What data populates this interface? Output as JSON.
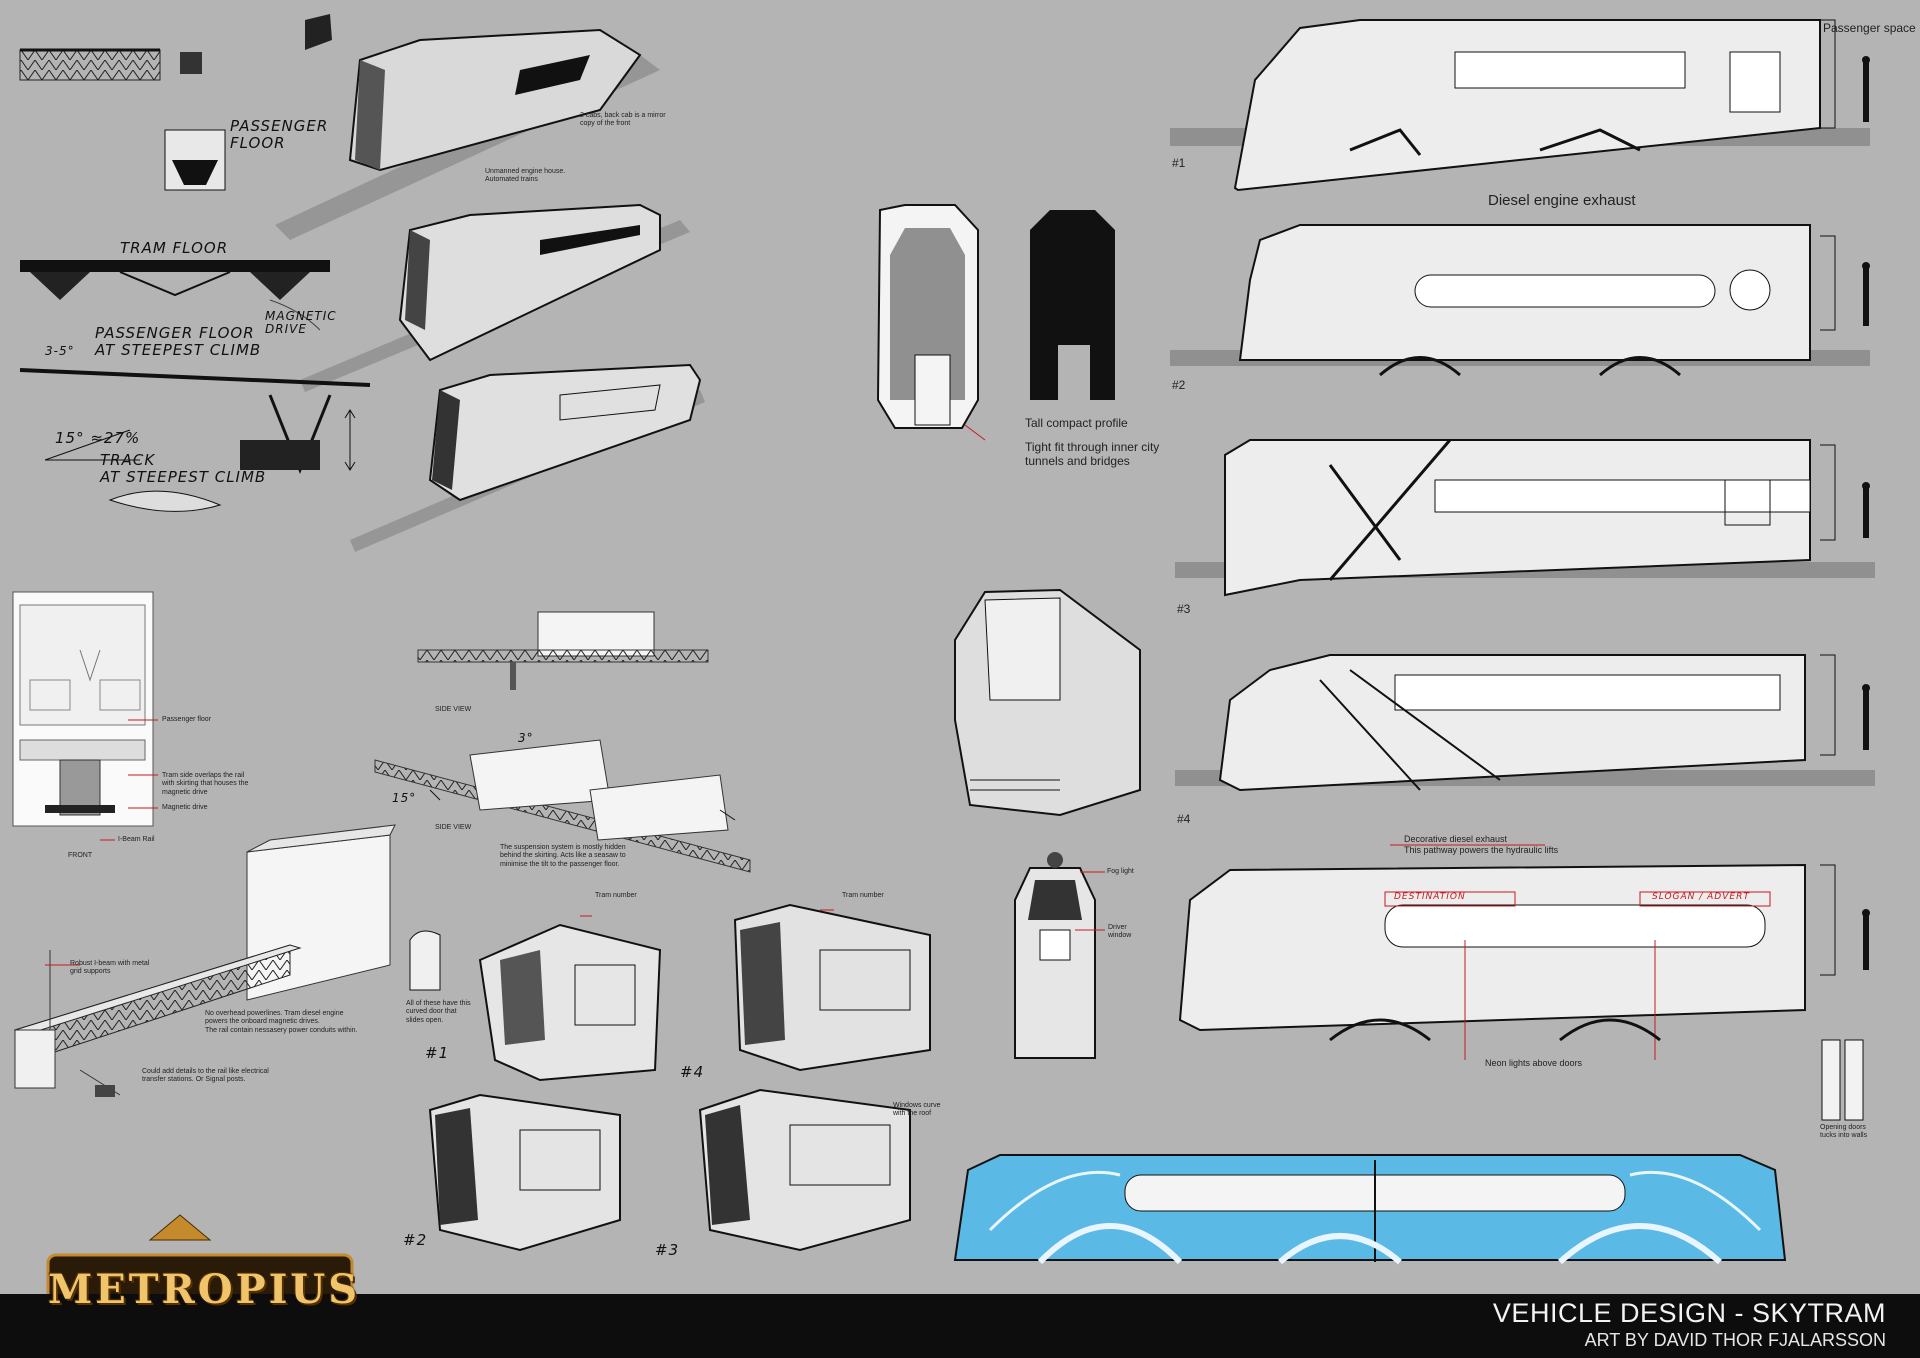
{
  "footer": {
    "logo": "METROPIUS",
    "title": "VEHICLE DESIGN - SKYTRAM",
    "credit": "ART BY DAVID THOR FJALARSSON"
  },
  "sketch_notes": {
    "passenger_floor_label": "PASSENGER\nFLOOR",
    "two_cabs": "2 cabs, back cab is a mirror\ncopy of the front",
    "unmanned": "Unmanned engine house.\nAutomated trains",
    "tram_floor": "TRAM FLOOR",
    "magnetic_drive_hand": "MAGNETIC\nDRIVE",
    "passenger_floor_climb": "PASSENGER FLOOR\nAT STEEPEST CLIMB",
    "angle_small": "3-5°",
    "angle_track": "15° ≈27%",
    "track_climb": "TRACK\nAT STEEPEST CLIMB"
  },
  "front_diagram": {
    "passenger_floor": "Passenger floor",
    "tram_side": "Tram side overlaps the rail\nwith skirting that houses the\nmagnetic drive",
    "magnetic_drive": "Magnetic drive",
    "ibeam_rail": "I-Beam Rail",
    "front": "FRONT"
  },
  "side_view": {
    "label_top": "SIDE VIEW",
    "label_bottom": "SIDE VIEW",
    "angle_top": "3°",
    "angle_bottom": "15°",
    "suspension": "The suspension system is mostly hidden\nbehind the skirting. Acts like a seasaw to\nminimise the tilt to the passenger floor."
  },
  "rail_notes": {
    "robust": "Robust I-beam with metal\ngrid supports",
    "no_overhead": "No overhead powerlines. Tram diesel engine\npowers the onboard magnetic drives.\nThe rail contain nessasery power conduits within.",
    "could_add": "Could add details to the rail like electrical\ntransfer stations. Or Signal posts."
  },
  "cab_sketches": {
    "tram_number_1": "Tram number",
    "tram_number_2": "Tram number",
    "curved_door": "All of these have this\ncurved door that\nslides open.",
    "windows_curve": "Windows curve\nwith the roof",
    "n1": "#1",
    "n2": "#2",
    "n3": "#3",
    "n4": "#4"
  },
  "profile": {
    "tall": "Tall compact profile",
    "tight": "Tight fit through inner city\ntunnels and bridges"
  },
  "front_view": {
    "fog_light": "Fog light",
    "driver_window": "Driver\nwindow"
  },
  "variants": {
    "passenger_space": "Passenger space",
    "diesel_exhaust": "Diesel engine exhaust",
    "v1": "#1",
    "v2": "#2",
    "v3": "#3",
    "v4": "#4",
    "decorative": "Decorative diesel exhaust\nThis pathway powers the hydraulic lifts",
    "destination": "DESTINATION",
    "slogan": "SLOGAN / ADVERT",
    "neon": "Neon lights above doors",
    "opening_doors": "Opening doors\ntucks into walls"
  },
  "colors": {
    "background": "#b4b4b4",
    "accent_red": "#c8191e",
    "final_blue": "#5bb9e6",
    "footer": "#0d0d0d",
    "logo_gold": "#f0c46a"
  }
}
